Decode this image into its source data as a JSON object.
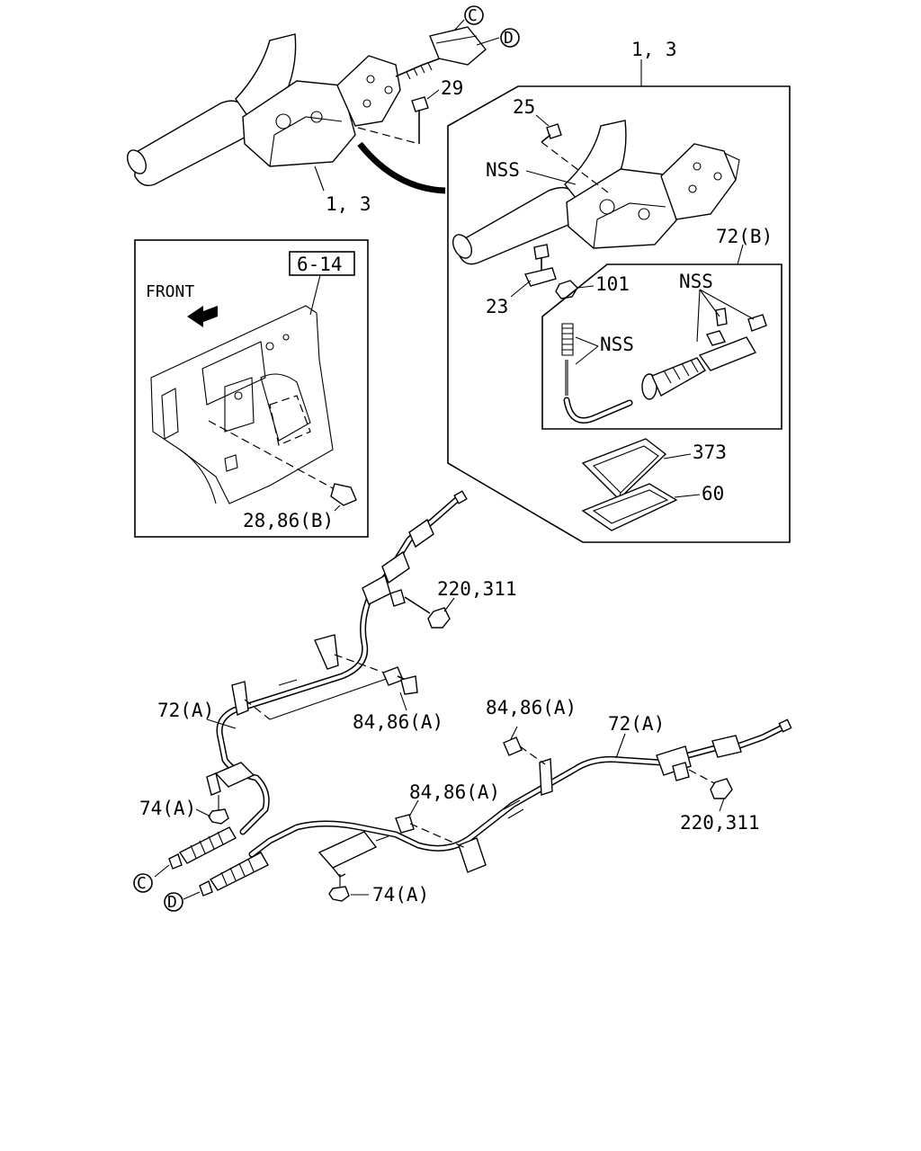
{
  "labels": {
    "lever_assembly_top": "1, 3",
    "lever_assembly_bottom": "1, 3",
    "circle_c_top": "C",
    "circle_d_top": "D",
    "bolt_29": "29",
    "screw_25": "25",
    "nss_lever": "NSS",
    "cable_72b": "72(B)",
    "nss_kit": "NSS",
    "nss_rod": "NSS",
    "nut_101": "101",
    "pin_23": "23",
    "boot_373": "373",
    "seal_60": "60",
    "ref_box": "6-14",
    "front": "FRONT",
    "bolt_28_86b": "28,86(B)",
    "nut_220_311_upper": "220,311",
    "bolt_84_86a_upper": "84,86(A)",
    "cable_72a_left": "72(A)",
    "bolt_84_86a_right_top": "84,86(A)",
    "cable_72a_right": "72(A)",
    "bolt_84_86a_right_mid": "84,86(A)",
    "nut_220_311_lower": "220,311",
    "nut_74a_left": "74(A)",
    "nut_74a_bottom": "74(A)",
    "circle_c_bottom": "C",
    "circle_d_bottom": "D"
  },
  "colors": {
    "line": "#000000",
    "background": "#ffffff"
  }
}
